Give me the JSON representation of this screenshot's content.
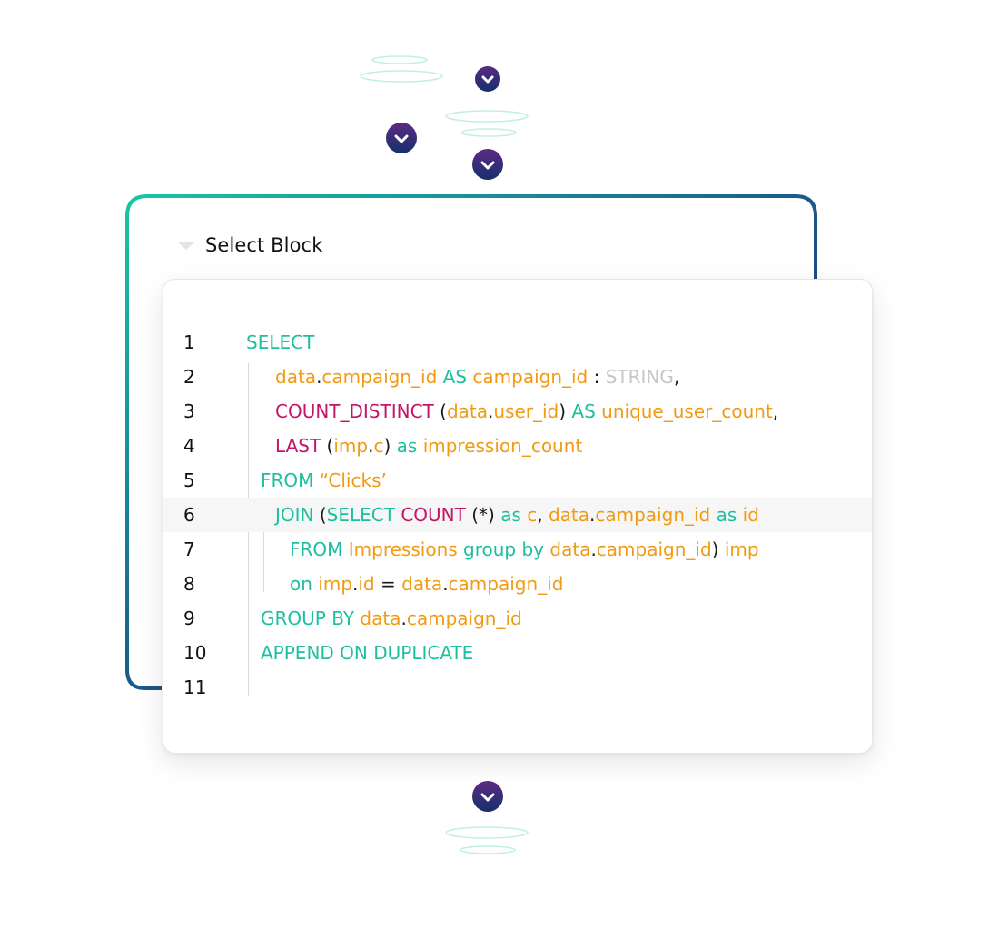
{
  "block": {
    "title": "Select Block",
    "collapse_icon": "caret-down-icon"
  },
  "colors": {
    "keyword": "#1dbf9f",
    "identifier": "#f29a12",
    "function": "#c4156a",
    "type": "#c6c6c6",
    "punctuation": "#1a1a1a",
    "frame_gradient_start": "#19c6a4",
    "frame_gradient_end": "#1a1a78"
  },
  "connector_icon": "chevron-down-icon",
  "code_lines": [
    {
      "number": "1",
      "indent": 0,
      "tokens": [
        {
          "t": "SELECT",
          "k": "kw"
        }
      ]
    },
    {
      "number": "2",
      "indent": 2,
      "tokens": [
        {
          "t": "data",
          "k": "id"
        },
        {
          "t": ".",
          "k": "p"
        },
        {
          "t": "campaign_id",
          "k": "id"
        },
        {
          "t": " AS ",
          "k": "kw"
        },
        {
          "t": "campaign_id",
          "k": "id"
        },
        {
          "t": " : ",
          "k": "p"
        },
        {
          "t": "STRING",
          "k": "ty"
        },
        {
          "t": ",",
          "k": "p"
        }
      ]
    },
    {
      "number": "3",
      "indent": 2,
      "tokens": [
        {
          "t": "COUNT_DISTINCT",
          "k": "fn"
        },
        {
          "t": " (",
          "k": "p"
        },
        {
          "t": "data",
          "k": "id"
        },
        {
          "t": ".",
          "k": "p"
        },
        {
          "t": "user_id",
          "k": "id"
        },
        {
          "t": ") ",
          "k": "p"
        },
        {
          "t": "AS ",
          "k": "kw"
        },
        {
          "t": "unique_user_count",
          "k": "id"
        },
        {
          "t": ",",
          "k": "p"
        }
      ]
    },
    {
      "number": "4",
      "indent": 2,
      "tokens": [
        {
          "t": "LAST",
          "k": "fn"
        },
        {
          "t": " (",
          "k": "p"
        },
        {
          "t": "imp",
          "k": "id"
        },
        {
          "t": ".",
          "k": "p"
        },
        {
          "t": "c",
          "k": "id"
        },
        {
          "t": ") ",
          "k": "p"
        },
        {
          "t": "as ",
          "k": "kw"
        },
        {
          "t": "impression_count",
          "k": "id"
        }
      ]
    },
    {
      "number": "5",
      "indent": 1,
      "tokens": [
        {
          "t": "FROM ",
          "k": "kw"
        },
        {
          "t": "“Clicks’",
          "k": "id"
        }
      ]
    },
    {
      "number": "6",
      "indent": 2,
      "highlight": true,
      "tokens": [
        {
          "t": "JOIN",
          "k": "kw"
        },
        {
          "t": " (",
          "k": "p"
        },
        {
          "t": "SELECT ",
          "k": "kw"
        },
        {
          "t": "COUNT",
          "k": "fn"
        },
        {
          "t": " (*) ",
          "k": "p"
        },
        {
          "t": "as ",
          "k": "kw"
        },
        {
          "t": "c",
          "k": "id"
        },
        {
          "t": ", ",
          "k": "p"
        },
        {
          "t": "data",
          "k": "id"
        },
        {
          "t": ".",
          "k": "p"
        },
        {
          "t": "campaign_id",
          "k": "id"
        },
        {
          "t": " as ",
          "k": "kw"
        },
        {
          "t": "id",
          "k": "id"
        }
      ]
    },
    {
      "number": "7",
      "indent": 3,
      "tokens": [
        {
          "t": "FROM ",
          "k": "kw"
        },
        {
          "t": "Impressions",
          "k": "id"
        },
        {
          "t": " group by ",
          "k": "kw"
        },
        {
          "t": "data",
          "k": "id"
        },
        {
          "t": ".",
          "k": "p"
        },
        {
          "t": "campaign_id",
          "k": "id"
        },
        {
          "t": ") ",
          "k": "p"
        },
        {
          "t": "imp",
          "k": "id"
        }
      ]
    },
    {
      "number": "8",
      "indent": 3,
      "tokens": [
        {
          "t": "on ",
          "k": "kw"
        },
        {
          "t": "imp",
          "k": "id"
        },
        {
          "t": ".",
          "k": "p"
        },
        {
          "t": "id",
          "k": "id"
        },
        {
          "t": " = ",
          "k": "p"
        },
        {
          "t": "data",
          "k": "id"
        },
        {
          "t": ".",
          "k": "p"
        },
        {
          "t": "campaign_id",
          "k": "id"
        }
      ]
    },
    {
      "number": "9",
      "indent": 1,
      "tokens": [
        {
          "t": "GROUP BY ",
          "k": "kw"
        },
        {
          "t": "data",
          "k": "id"
        },
        {
          "t": ".",
          "k": "p"
        },
        {
          "t": "campaign_id",
          "k": "id"
        }
      ]
    },
    {
      "number": "10",
      "indent": 1,
      "tokens": [
        {
          "t": "APPEND ON DUPLICATE",
          "k": "kw"
        }
      ]
    },
    {
      "number": "11",
      "indent": 1,
      "tokens": []
    }
  ]
}
